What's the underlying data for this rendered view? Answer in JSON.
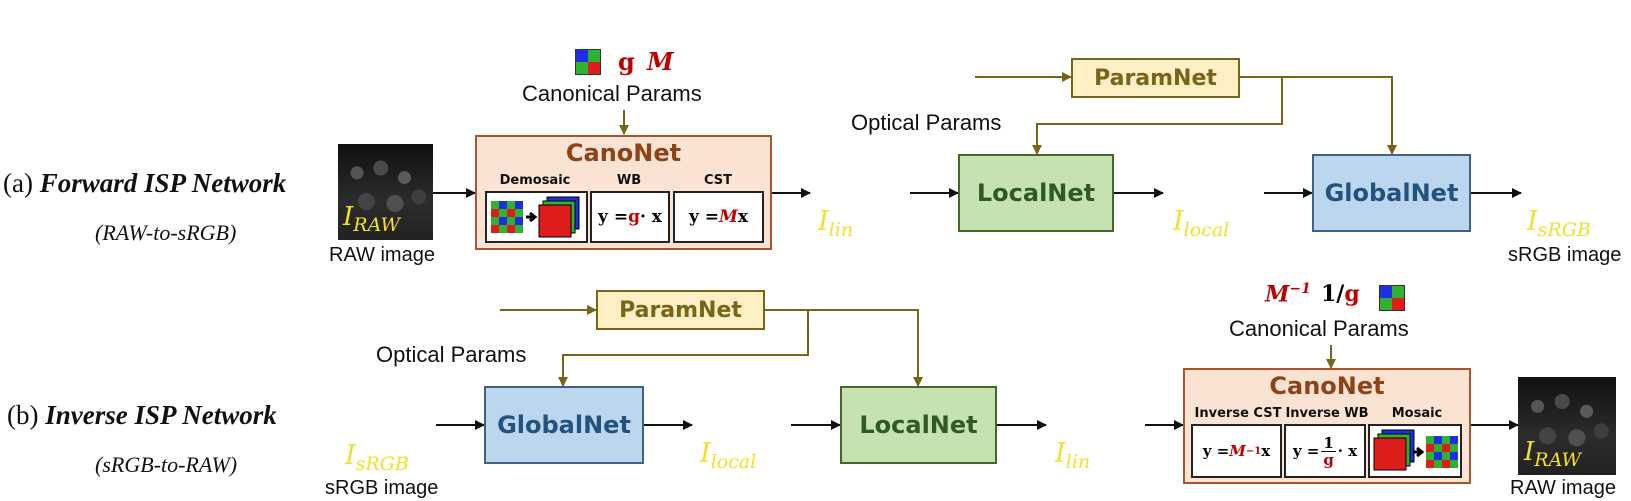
{
  "rows": {
    "forward": {
      "label": "(a)",
      "title": "Forward ISP Network",
      "subtitle": "(RAW-to-sRGB)",
      "input_caption": "RAW image",
      "input_var": "I",
      "input_sub": "RAW",
      "output_caption": "sRGB image",
      "output_var": "I",
      "output_sub": "sRGB",
      "inter1_var": "I",
      "inter1_sub": "lin",
      "inter2_var": "I",
      "inter2_sub": "local",
      "canonical_label": "Canonical Params",
      "canonical_g": "g",
      "canonical_m": "M",
      "optical_label": "Optical Params",
      "canonet": {
        "title": "CanoNet",
        "demosaic_label": "Demosaic",
        "wb_label": "WB",
        "cst_label": "CST",
        "wb_eq_lhs": "y = ",
        "wb_eq_g": "g",
        "wb_eq_rhs": " · x",
        "cst_eq_lhs": "y = ",
        "cst_eq_m": "M",
        "cst_eq_rhs": "x"
      },
      "paramnet": "ParamNet",
      "localnet": "LocalNet",
      "globalnet": "GlobalNet"
    },
    "inverse": {
      "label": "(b)",
      "title": "Inverse ISP Network",
      "subtitle": "(sRGB-to-RAW)",
      "input_caption": "sRGB image",
      "input_var": "I",
      "input_sub": "sRGB",
      "output_caption": "RAW image",
      "output_var": "I",
      "output_sub": "RAW",
      "inter1_var": "I",
      "inter1_sub": "local",
      "inter2_var": "I",
      "inter2_sub": "lin",
      "canonical_label": "Canonical Params",
      "canonical_minv": "M",
      "canonical_minv_sup": "−1",
      "canonical_ginv_num": "1/",
      "canonical_ginv_g": "g",
      "optical_label": "Optical Params",
      "canonet": {
        "title": "CanoNet",
        "cst_label": "Inverse CST",
        "wb_label": "Inverse WB",
        "mosaic_label": "Mosaic",
        "cst_eq_lhs": "y = ",
        "cst_eq_m": "M",
        "cst_eq_sup": "−1",
        "cst_eq_rhs": "x",
        "wb_eq_lhs": "y = ",
        "wb_eq_num": "1",
        "wb_eq_den": "g",
        "wb_eq_rhs": " · x"
      },
      "paramnet": "ParamNet",
      "localnet": "LocalNet",
      "globalnet": "GlobalNet"
    }
  },
  "colors": {
    "arrow_dark": "#111111",
    "arrow_param": "#7a6418",
    "var_yellow": "#f2e02a",
    "accent_red": "#c00000"
  }
}
